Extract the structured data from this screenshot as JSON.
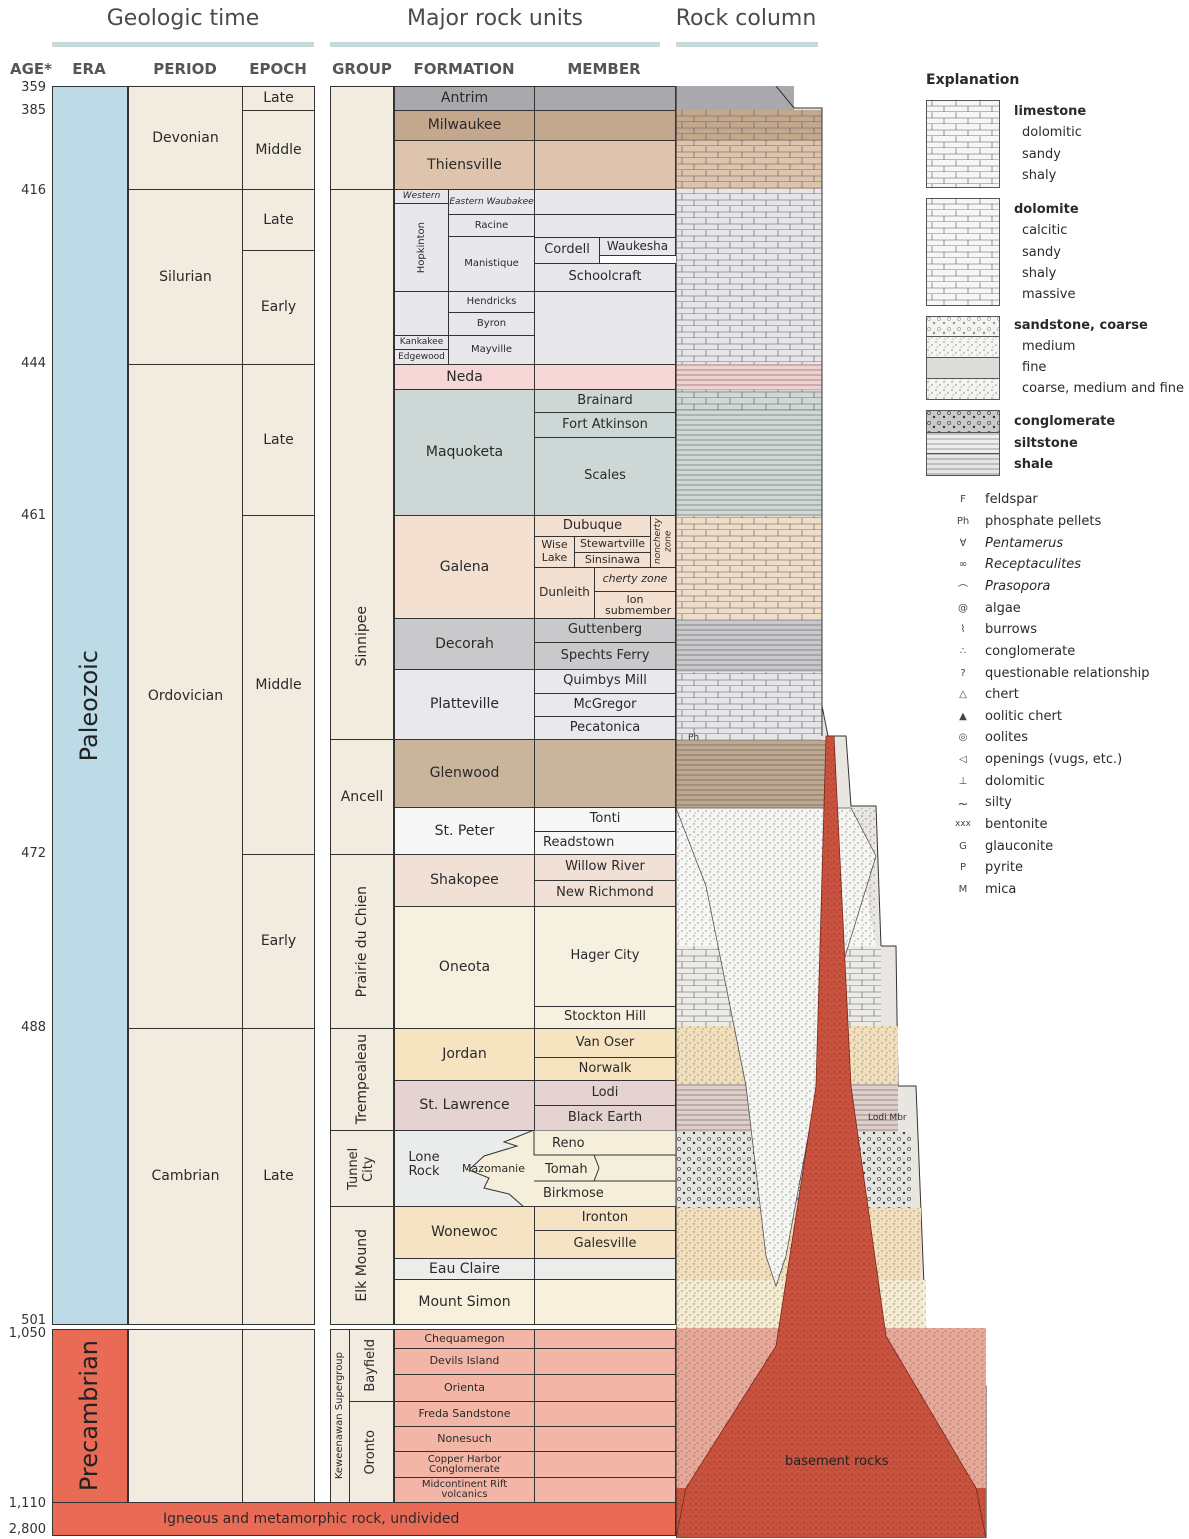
{
  "sections": {
    "geologic_time": "Geologic time",
    "major_rock_units": "Major rock units",
    "rock_column": "Rock column"
  },
  "headers": {
    "age": "AGE*",
    "era": "ERA",
    "period": "PERIOD",
    "epoch": "EPOCH",
    "group": "GROUP",
    "formation": "FORMATION",
    "member": "MEMBER"
  },
  "ages": [
    "359",
    "385",
    "416",
    "444",
    "461",
    "472",
    "488",
    "501",
    "1,050",
    "1,110",
    "2,800"
  ],
  "eras": {
    "paleozoic": "Paleozoic",
    "precambrian": "Precambrian"
  },
  "periods": {
    "devonian": "Devonian",
    "silurian": "Silurian",
    "ordovician": "Ordovician",
    "cambrian": "Cambrian"
  },
  "epochs": {
    "dev_late": "Late",
    "dev_middle": "Middle",
    "sil_late": "Late",
    "sil_early": "Early",
    "ord_late": "Late",
    "ord_middle": "Middle",
    "ord_early": "Early",
    "cam_late": "Late"
  },
  "groups": {
    "sinnipee": "Sinnipee",
    "ancell": "Ancell",
    "prairie": "Prairie du Chien",
    "trempealeau": "Trempealeau",
    "tunnel_city": "Tunnel City",
    "elk_mound": "Elk Mound",
    "keweenawan": "Keweenawan Supergroup",
    "bayfield": "Bayfield",
    "oronto": "Oronto"
  },
  "formations": {
    "antrim": "Antrim",
    "milwaukee": "Milwaukee",
    "thiensville": "Thiensville",
    "western": "Western",
    "eastern_waubakee": "Eastern Waubakee",
    "hopkinton": "Hopkinton",
    "racine": "Racine",
    "manistique": "Manistique",
    "hendricks": "Hendricks",
    "byron": "Byron",
    "kankakee": "Kankakee",
    "edgewood": "Edgewood",
    "mayville": "Mayville",
    "neda": "Neda",
    "maquoketa": "Maquoketa",
    "galena": "Galena",
    "decorah": "Decorah",
    "platteville": "Platteville",
    "glenwood": "Glenwood",
    "st_peter": "St. Peter",
    "shakopee": "Shakopee",
    "oneota": "Oneota",
    "jordan": "Jordan",
    "st_lawrence": "St. Lawrence",
    "lone_rock": "Lone Rock",
    "mazomanie": "Mazomanie",
    "wonewoc": "Wonewoc",
    "eau_claire": "Eau Claire",
    "mount_simon": "Mount Simon",
    "chequamegon": "Chequamegon",
    "devils_island": "Devils Island",
    "orienta": "Orienta",
    "freda": "Freda Sandstone",
    "nonesuch": "Nonesuch",
    "copper_harbor": "Copper Harbor Conglomerate",
    "midcontinent": "Midcontinent Rift volcanics"
  },
  "members": {
    "cordell": "Cordell",
    "waukesha": "Waukesha",
    "schoolcraft": "Schoolcraft",
    "brainard": "Brainard",
    "fort_atkinson": "Fort Atkinson",
    "scales": "Scales",
    "dubuque": "Dubuque",
    "noncherty_zone": "noncherty zone",
    "wise_lake": "Wise Lake",
    "stewartville": "Stewartville",
    "sinsinawa": "Sinsinawa",
    "dunleith": "Dunleith",
    "cherty_zone": "cherty zone",
    "ion_submember": "Ion submember",
    "guttenberg": "Guttenberg",
    "spechts_ferry": "Spechts Ferry",
    "quimbys_mill": "Quimbys Mill",
    "mcgregor": "McGregor",
    "pecatonica": "Pecatonica",
    "tonti": "Tonti",
    "readstown": "Readstown",
    "willow_river": "Willow River",
    "new_richmond": "New Richmond",
    "hager_city": "Hager City",
    "stockton_hill": "Stockton Hill",
    "van_oser": "Van Oser",
    "norwalk": "Norwalk",
    "lodi": "Lodi",
    "black_earth": "Black Earth",
    "reno": "Reno",
    "tomah": "Tomah",
    "birkmose": "Birkmose",
    "ironton": "Ironton",
    "galesville": "Galesville"
  },
  "igneous": "Igneous and metamorphic rock, undivided",
  "column_labels": {
    "basement": "basement rocks",
    "lodi_mbr": "Lodi Mbr",
    "ph": "Ph"
  },
  "explanation": {
    "title": "Explanation",
    "limestone": {
      "name": "limestone",
      "subs": [
        "dolomitic",
        "sandy",
        "shaly"
      ]
    },
    "dolomite": {
      "name": "dolomite",
      "subs": [
        "calcitic",
        "sandy",
        "shaly",
        "massive"
      ]
    },
    "sandstone": {
      "name": "sandstone, coarse",
      "subs": [
        "medium",
        "fine",
        "coarse, medium and fine"
      ]
    },
    "conglomerate": "conglomerate",
    "siltstone": "siltstone",
    "shale": "shale"
  },
  "symbols": [
    {
      "sym": "F",
      "label": "feldspar"
    },
    {
      "sym": "Ph",
      "label": "phosphate pellets"
    },
    {
      "sym": "∀",
      "label": "Pentamerus"
    },
    {
      "sym": "∞",
      "label": "Receptaculites"
    },
    {
      "sym": "⌒",
      "label": "Prasopora"
    },
    {
      "sym": "@",
      "label": "algae"
    },
    {
      "sym": "⌇",
      "label": "burrows"
    },
    {
      "sym": "∴",
      "label": "conglomerate"
    },
    {
      "sym": "?",
      "label": "questionable relationship"
    },
    {
      "sym": "△",
      "label": "chert"
    },
    {
      "sym": "▲",
      "label": "oolitic chert"
    },
    {
      "sym": "◎",
      "label": "oolites"
    },
    {
      "sym": "◁",
      "label": "openings (vugs, etc.)"
    },
    {
      "sym": "⊥",
      "label": "dolomitic"
    },
    {
      "sym": "~",
      "label": "silty"
    },
    {
      "sym": "xxx",
      "label": "bentonite"
    },
    {
      "sym": "G",
      "label": "glauconite"
    },
    {
      "sym": "P",
      "label": "pyrite"
    },
    {
      "sym": "M",
      "label": "mica"
    }
  ],
  "colors": {
    "paleozoic": "#bcdbe6",
    "precambrian": "#ea6b55",
    "period_fill": "#f1ebe0",
    "neda": "#f6d6d6",
    "maquoketa": "#cdd8d6",
    "galena": "#f3e0d1",
    "decorah": "#c9c9cc",
    "platteville": "#e8e8ed",
    "glenwood": "#c9b49c",
    "shakopee": "#f0e0d6",
    "oneota": "#f5f0e0",
    "jordan": "#f6e3bf",
    "st_lawrence": "#e5d3d1",
    "wonewoc": "#f5e3c3",
    "precam_rows": "#f3b5a6"
  }
}
